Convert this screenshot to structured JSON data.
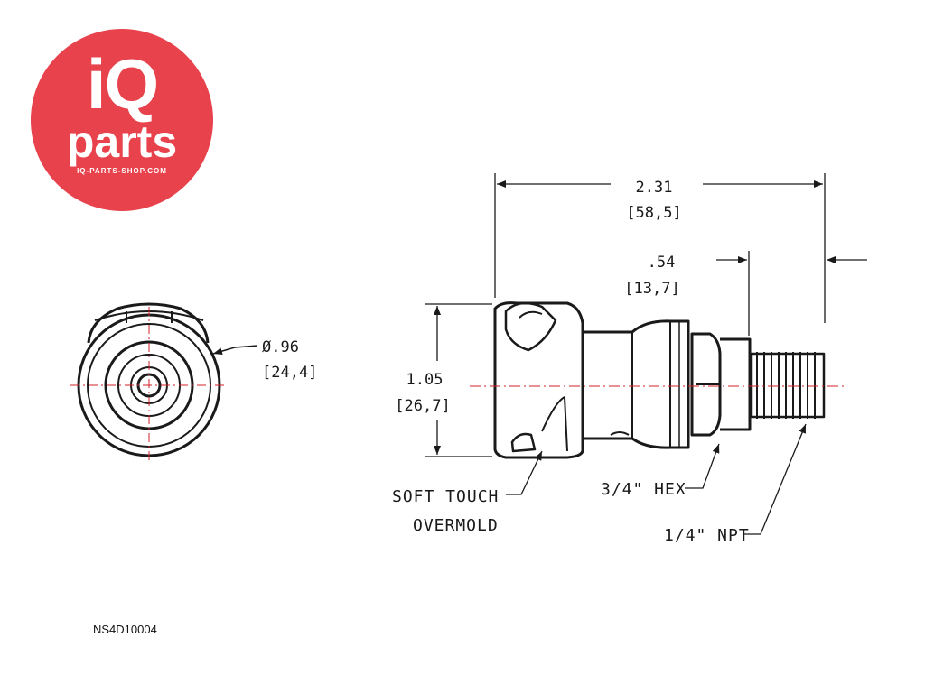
{
  "logo": {
    "brand_top": "iQ",
    "brand_bottom": "parts",
    "url": "IQ-PARTS-SHOP.COM",
    "color": "#e8424c"
  },
  "dimensions": {
    "overall_length": {
      "inch": "2.31",
      "mm": "[58,5]"
    },
    "thread_length": {
      "inch": ".54",
      "mm": "[13,7]"
    },
    "height": {
      "inch": "1.05",
      "mm": "[26,7]"
    },
    "diameter": {
      "inch": "Ø.96",
      "mm": "[24,4]"
    }
  },
  "callouts": {
    "overmold_line1": "SOFT TOUCH",
    "overmold_line2": "OVERMOLD",
    "hex": "3/4\" HEX",
    "npt": "1/4\" NPT"
  },
  "part_number": "NS4D10004",
  "colors": {
    "line": "#1a1a1a",
    "centerline": "#d0202a"
  }
}
